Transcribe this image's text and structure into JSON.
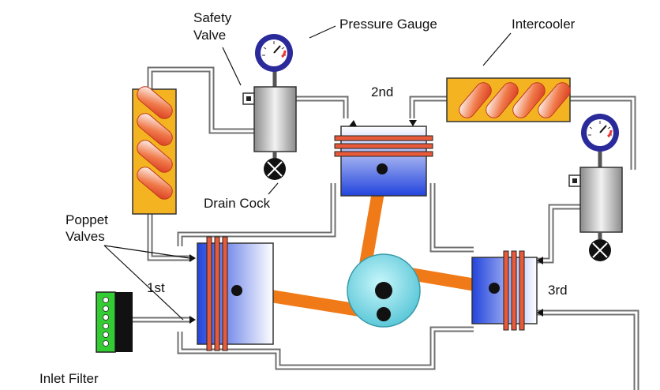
{
  "labels": {
    "safety_valve_line1": "Safety",
    "safety_valve_line2": "Valve",
    "pressure_gauge": "Pressure Gauge",
    "intercooler": "Intercooler",
    "second_stage": "2nd",
    "drain_cock": "Drain Cock",
    "poppet_valves_line1": "Poppet",
    "poppet_valves_line2": "Valves",
    "first_stage": "1st",
    "third_stage": "3rd",
    "inlet_filter": "Inlet Filter"
  },
  "colors": {
    "pipe": "#707070",
    "intercooler_body": "#f4b422",
    "coil_fill": "#e6502a",
    "cylinder_blue": "#2244dd",
    "piston_ring": "#e85a3a",
    "connecting_rod": "#f07a18",
    "crank_disc": "#7fdde9",
    "gauge_rim": "#2a2a9a",
    "filter_green": "#33cc33"
  }
}
